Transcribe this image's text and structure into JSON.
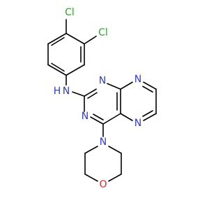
{
  "colors": {
    "carbon_bond": "#000000",
    "nitrogen": "#2f3bd6",
    "oxygen": "#e8221f",
    "chlorine": "#29a826"
  },
  "atoms": {
    "cl1": "Cl",
    "cl2": "Cl",
    "nh": "N",
    "h": "H",
    "n1": "N",
    "n3": "N",
    "n5": "N",
    "n8": "N",
    "n_morph": "N",
    "o_morph": "O"
  }
}
